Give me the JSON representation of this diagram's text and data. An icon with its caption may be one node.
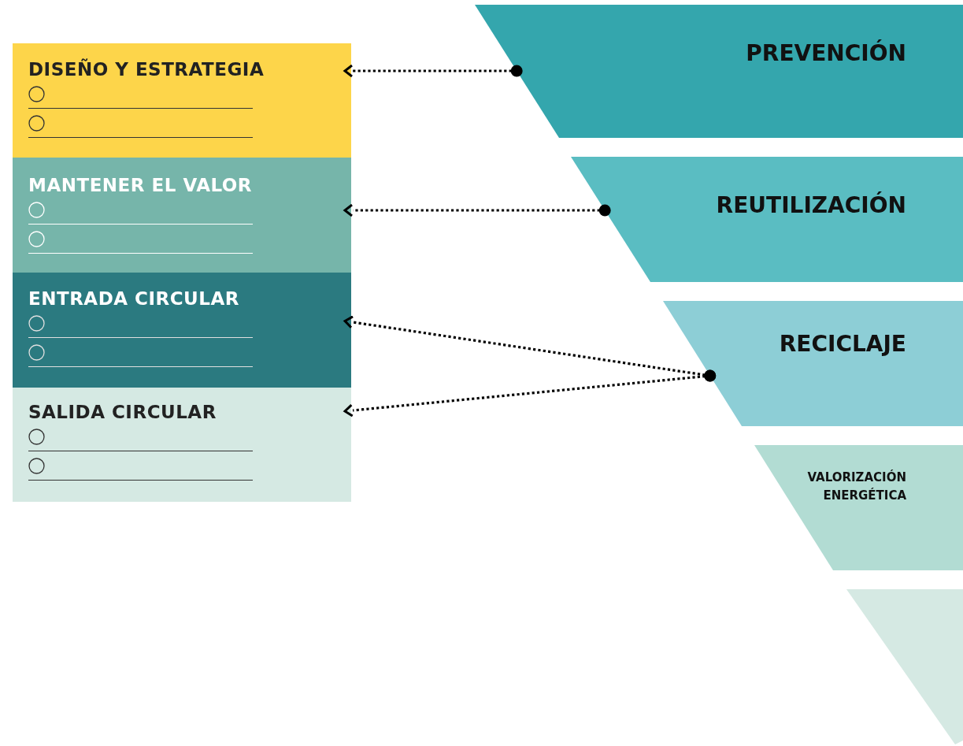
{
  "diagram": {
    "nodes": [
      {
        "text": [
          "DISEÑO Y ESTRATEGIA"
        ]
      },
      {
        "text": [
          "MANTENER EL VALOR"
        ]
      },
      {
        "text": [
          "ENTRADA CIRCULAR"
        ]
      },
      {
        "text": [
          "SALIDA CIRCULAR"
        ]
      },
      {
        "text": [
          "PREVENCIÓN"
        ]
      },
      {
        "text": [
          "REUTILIZACIÓN"
        ]
      },
      {
        "text": [
          "RECICLAJE"
        ]
      },
      {
        "text": [
          "VALORIZACIÓN ENERGÉTICA"
        ]
      },
      {
        "text": [],
        "shape": "triangle"
      }
    ],
    "edges": [
      {
        "from": 4,
        "to": 0,
        "arrow": "to",
        "style": "dashed"
      },
      {
        "from": 5,
        "to": 1,
        "arrow": "to",
        "style": "dashed"
      },
      {
        "from": 6,
        "to": 2,
        "arrow": "to",
        "style": "dashed"
      },
      {
        "from": 6,
        "to": 3,
        "arrow": "to",
        "style": "dashed"
      }
    ]
  }
}
